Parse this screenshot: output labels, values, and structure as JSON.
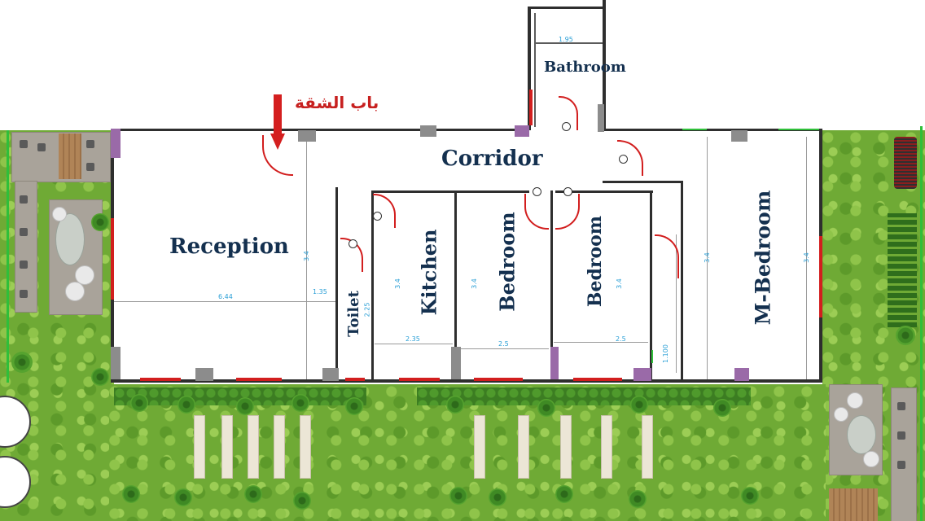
{
  "colors": {
    "room_label": "#14304f",
    "entrance_label": "#c7201f",
    "dimension": "#2a9fd6",
    "wall": "#2e2e2e",
    "window": "#d21e1e",
    "grass": "#6faa35"
  },
  "entrance": {
    "label": "باب الشقة",
    "marker": "arrow-down-icon"
  },
  "rooms": {
    "bathroom": "Bathroom",
    "corridor": "Corridor",
    "reception": "Reception",
    "toilet": "Toilet",
    "kitchen": "Kitchen",
    "bedroom_1": "Bedroom",
    "bedroom_2": "Bedroom",
    "master_bedroom": "M-Bedroom"
  },
  "dimensions": {
    "bathroom_width": "1.95",
    "reception_width": "6.44",
    "reception_depth": "3.4",
    "toilet_width": "1.35",
    "toilet_depth": "2.25",
    "kitchen_depth": "3.4",
    "kitchen_width": "2.35",
    "bedroom_1_depth": "3.4",
    "bedroom_1_width": "2.5",
    "bedroom_2_depth": "3.4",
    "bedroom_2_width": "2.5",
    "corridor_end": "1.100",
    "m_bedroom_depth": "3.4",
    "m_bedroom_width": "3.4"
  }
}
